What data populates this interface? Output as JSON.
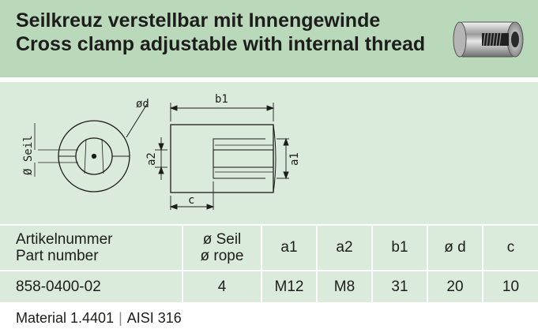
{
  "header": {
    "title_de": "Seilkreuz verstellbar mit Innengewinde",
    "title_en": "Cross clamp adjustable with internal thread",
    "product_image": "cross-clamp-photo"
  },
  "drawing": {
    "labels": {
      "diameter_d": "ød",
      "rope_diameter": "Ø Seil",
      "b1": "b1",
      "a1": "a1",
      "a2": "a2",
      "c": "c"
    }
  },
  "table": {
    "headers": {
      "article_de": "Artikelnummer",
      "article_en": "Part number",
      "rope_de": "ø Seil",
      "rope_en": "ø rope",
      "a1": "a1",
      "a2": "a2",
      "b1": "b1",
      "d": "ø d",
      "c": "c"
    },
    "row": {
      "article": "858-0400-02",
      "rope": "4",
      "a1": "M12",
      "a2": "M8",
      "b1": "31",
      "d": "20",
      "c": "10"
    }
  },
  "footer": {
    "material": "Material 1.4401",
    "divider": "|",
    "aisi": "AISI 316"
  },
  "colors": {
    "header_bg": "#b9d9ba",
    "panel_bg": "#daeadb",
    "text": "#1d1d1b"
  }
}
